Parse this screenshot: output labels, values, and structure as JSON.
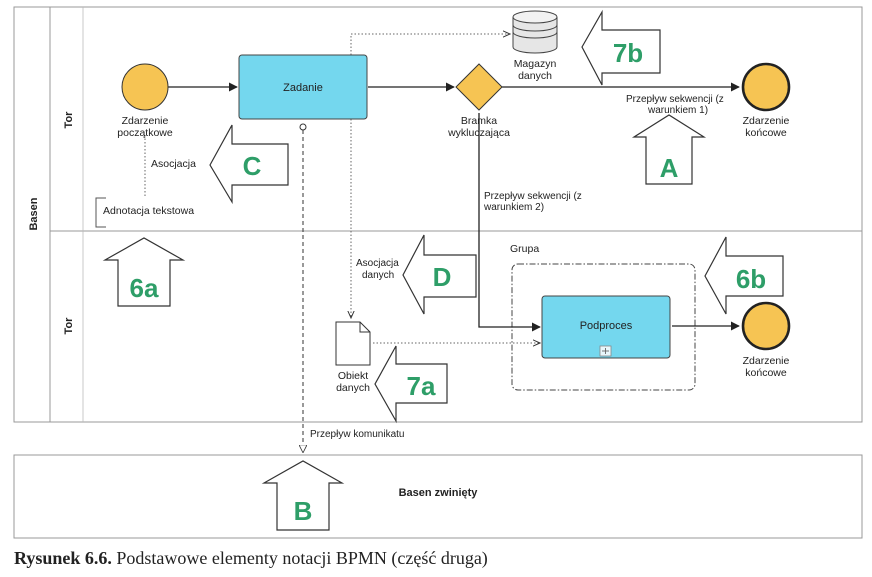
{
  "pool": {
    "label": "Basen",
    "lane_top_label": "Tor",
    "lane_bottom_label": "Tor",
    "collapsed_label": "Basen zwinięty"
  },
  "nodes": {
    "start_event_l1": "Zdarzenie",
    "start_event_l2": "początkowe",
    "task": "Zadanie",
    "gateway_l1": "Bramka",
    "gateway_l2": "wykluczająca",
    "datastore_l1": "Magazyn",
    "datastore_l2": "danych",
    "end_event_top_l1": "Zdarzenie",
    "end_event_top_l2": "końcowe",
    "subprocess": "Podproces",
    "end_event_bottom_l1": "Zdarzenie",
    "end_event_bottom_l2": "końcowe",
    "data_object_l1": "Obiekt",
    "data_object_l2": "danych",
    "group": "Grupa",
    "text_annotation": "Adnotacja tekstowa"
  },
  "connectors": {
    "association": "Asocjacja",
    "seq_flow_1_l1": "Przepływ sekwencji (z",
    "seq_flow_1_l2": "warunkiem 1)",
    "seq_flow_2_l1": "Przepływ sekwencji (z",
    "seq_flow_2_l2": "warunkiem 2)",
    "data_assoc_l1": "Asocjacja",
    "data_assoc_l2": "danych",
    "message_flow": "Przepływ komunikatu"
  },
  "markers": {
    "A": "A",
    "B": "B",
    "C": "C",
    "D": "D",
    "m6a": "6a",
    "m6b": "6b",
    "m7a": "7a",
    "m7b": "7b"
  },
  "caption": {
    "bold": "Rysunek 6.6.",
    "text": " Podstawowe elementy notacji BPMN (część druga)"
  },
  "colors": {
    "event": "#f6c453",
    "task": "#74d7ee",
    "gateway": "#f6c453",
    "marker_text": "#2e9e68"
  }
}
